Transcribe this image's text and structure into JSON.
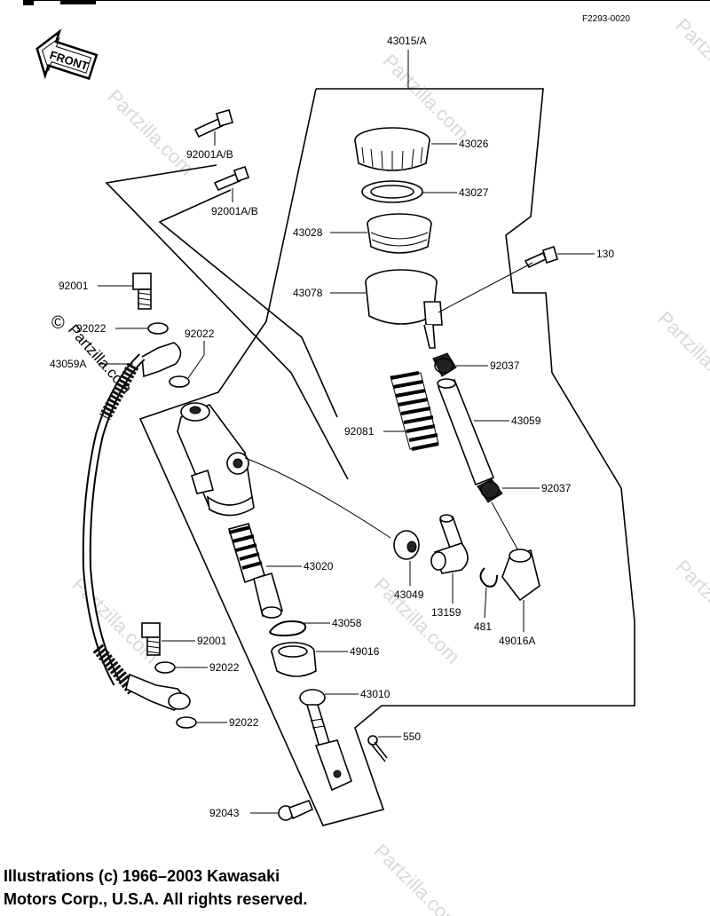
{
  "header": {
    "diagram_code": "F2293-0020",
    "front_badge": "FRONT"
  },
  "callouts": {
    "p43015A": "43015/A",
    "p43026": "43026",
    "p43027": "43027",
    "p43028": "43028",
    "p130": "130",
    "p43078": "43078",
    "p92001AB_1": "92001A/B",
    "p92001AB_2": "92001A/B",
    "p92001_top": "92001",
    "p92022_a": "92022",
    "p92022_b": "92022",
    "p43059A": "43059A",
    "p92037_top": "92037",
    "p43059": "43059",
    "p92081": "92081",
    "p92037_bottom": "92037",
    "p43020": "43020",
    "p43049": "43049",
    "p13159": "13159",
    "p481": "481",
    "p49016A": "49016A",
    "p43058": "43058",
    "p92001_bottom": "92001",
    "p49016": "49016",
    "p92022_c": "92022",
    "p43010": "43010",
    "p92022_d": "92022",
    "p550": "550",
    "p92043": "92043"
  },
  "watermark": {
    "copyright_symbol": "©",
    "brand": "Partzilla.com"
  },
  "copyright": {
    "line1": "Illustrations (c) 1966–2003 Kawasaki",
    "line2": "Motors Corp., U.S.A.  All rights reserved."
  }
}
